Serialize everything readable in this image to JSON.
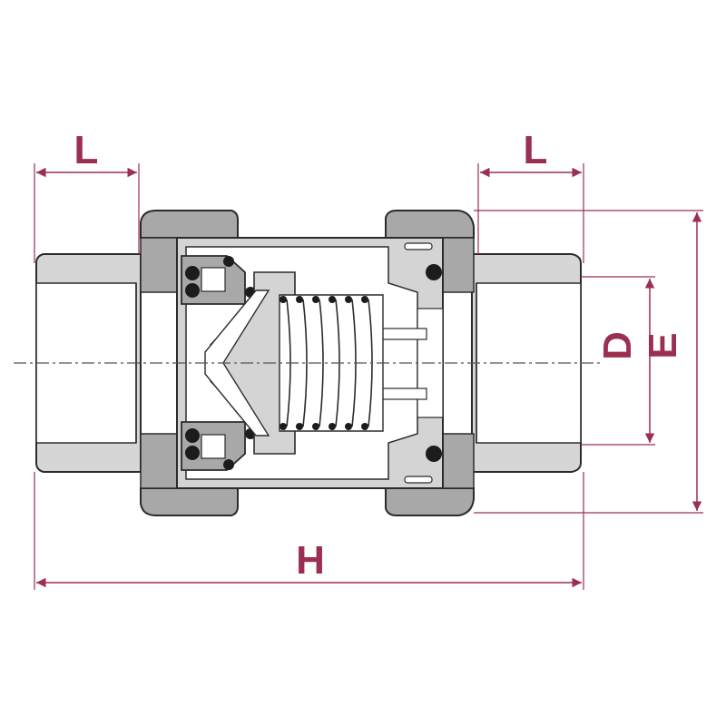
{
  "labels": {
    "left_length": "L",
    "right_length": "L",
    "overall_length": "H",
    "inner_diameter": "D",
    "outer_diameter": "E"
  },
  "colors": {
    "dimension": "#9b2f4f",
    "outline": "#2b2b2b",
    "shell_fill": "#aaaaaa",
    "body_fill": "#d4d4d4",
    "seal_fill": "#1c1c1c",
    "background": "#ffffff",
    "center_line": "#555555"
  }
}
